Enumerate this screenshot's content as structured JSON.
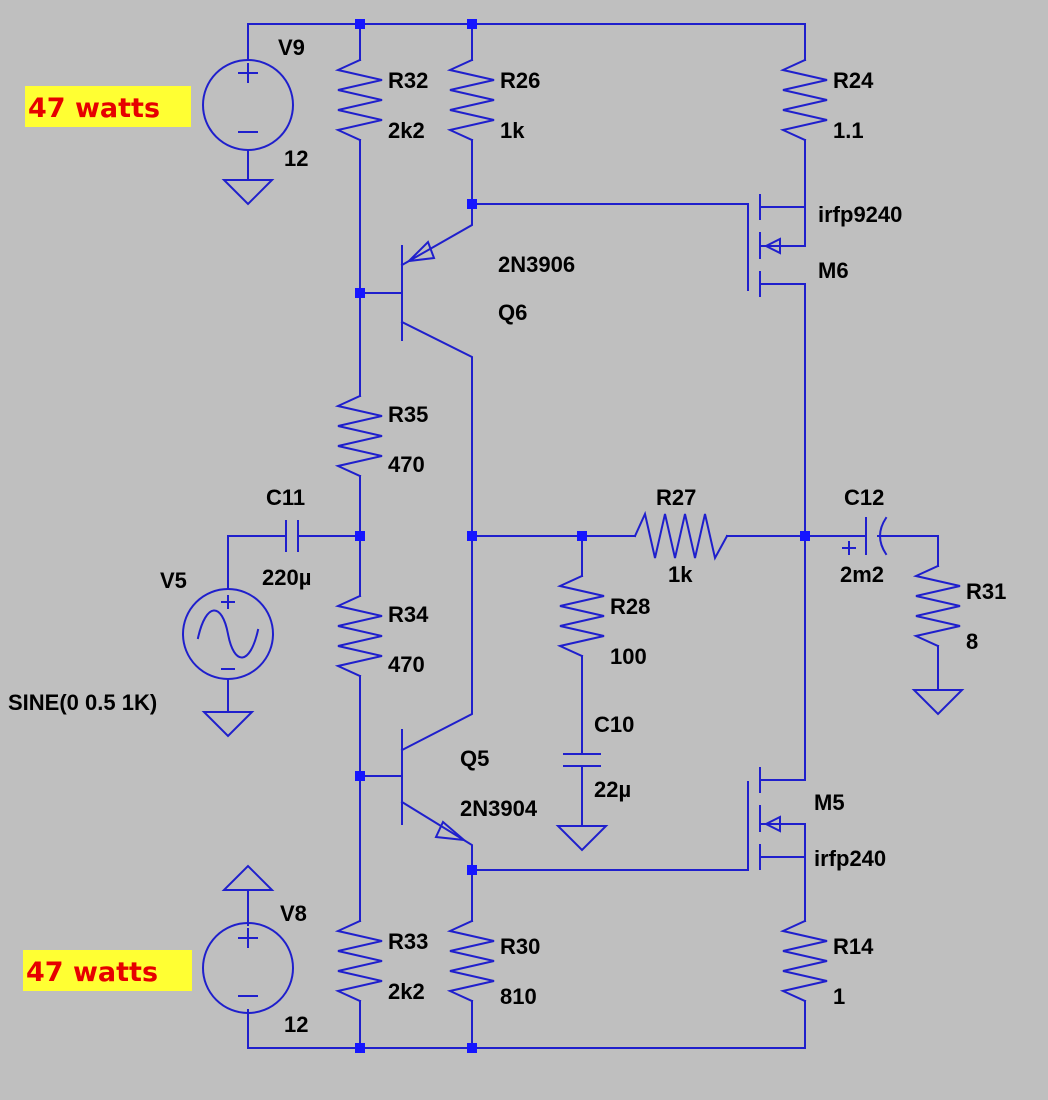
{
  "colors": {
    "background": "#bfbfbf",
    "wire": "#1f1fcc",
    "junction": "#1515ff",
    "label": "#000000",
    "annotation_text": "#e60000",
    "annotation_bg": "#ffff33"
  },
  "components": {
    "V9": {
      "name": "V9",
      "value": "12"
    },
    "V8": {
      "name": "V8",
      "value": "12"
    },
    "V5": {
      "name": "V5",
      "value": "SINE(0 0.5 1K)"
    },
    "R32": {
      "name": "R32",
      "value": "2k2"
    },
    "R26": {
      "name": "R26",
      "value": "1k"
    },
    "R24": {
      "name": "R24",
      "value": "1.1"
    },
    "R35": {
      "name": "R35",
      "value": "470"
    },
    "R34": {
      "name": "R34",
      "value": "470"
    },
    "R33": {
      "name": "R33",
      "value": "2k2"
    },
    "R30": {
      "name": "R30",
      "value": "810"
    },
    "R14": {
      "name": "R14",
      "value": "1"
    },
    "R27": {
      "name": "R27",
      "value": "1k"
    },
    "R28": {
      "name": "R28",
      "value": "100"
    },
    "R31": {
      "name": "R31",
      "value": "8"
    },
    "C11": {
      "name": "C11",
      "value": "220µ"
    },
    "C10": {
      "name": "C10",
      "value": "22µ"
    },
    "C12": {
      "name": "C12",
      "value": "2m2"
    },
    "Q6": {
      "name": "Q6",
      "value": "2N3906"
    },
    "Q5": {
      "name": "Q5",
      "value": "2N3904"
    },
    "M6": {
      "name": "M6",
      "value": "irfp9240"
    },
    "M5": {
      "name": "M5",
      "value": "irfp240"
    }
  },
  "annotations": {
    "top_power": "47 watts",
    "bottom_power": "47 watts"
  }
}
